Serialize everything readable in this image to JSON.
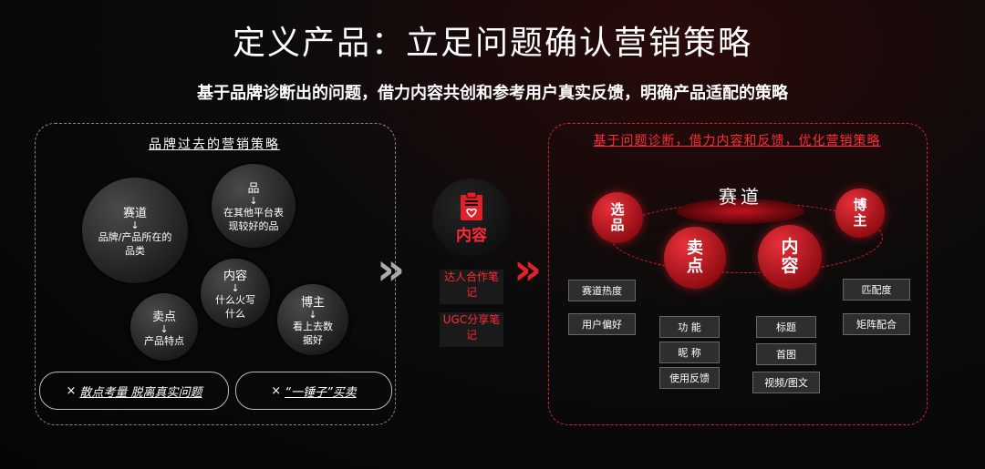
{
  "title": "定义产品：立足问题确认营销策略",
  "subtitle": "基于品牌诊断出的问题，借力内容共创和参考用户真实反馈，明确产品适配的策略",
  "left_panel": {
    "title": "品牌过去的营销策略",
    "bubbles": [
      {
        "head": "赛道",
        "arrow": "↓",
        "text": "品牌/产品所在的品类"
      },
      {
        "head": "品",
        "arrow": "↓",
        "text": "在其他平台表现较好的品"
      },
      {
        "head": "内容",
        "arrow": "↓",
        "text": "什么火写什么"
      },
      {
        "head": "卖点",
        "arrow": "↓",
        "text": "产品特点"
      },
      {
        "head": "博主",
        "arrow": "↓",
        "text": "看上去数据好"
      }
    ],
    "pills": [
      {
        "mark": "×",
        "text": "散点考量 脱离真实问题"
      },
      {
        "mark": "×",
        "text": "“一锤子”买卖"
      }
    ]
  },
  "middle": {
    "label": "内容",
    "items": [
      "达人合作笔记",
      "UGC分享笔记"
    ],
    "chevrons_left": "»",
    "chevrons_right": "»"
  },
  "right_panel": {
    "title": "基于问题诊断，借力内容和反馈，优化营销策略",
    "center": "赛道",
    "balls": [
      "选品",
      "卖点",
      "内容",
      "博主"
    ],
    "col1": [
      "赛道热度",
      "用户偏好"
    ],
    "col2": [
      "功  能",
      "昵  称",
      "使用反馈"
    ],
    "col3": [
      "标题",
      "首图",
      "视频/图文"
    ],
    "col4": [
      "匹配度",
      "矩阵配合"
    ]
  },
  "colors": {
    "accent": "#e0202a",
    "bg": "#0b0b0b"
  }
}
